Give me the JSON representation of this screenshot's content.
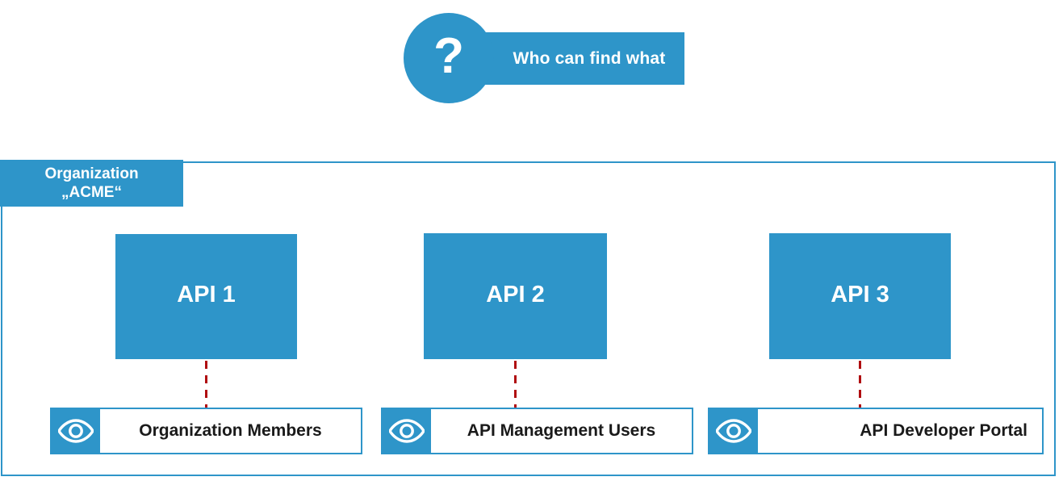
{
  "header": {
    "icon": "question-mark-icon",
    "question_glyph": "?",
    "title": "Who can find what"
  },
  "organization": {
    "label_line1": "Organization",
    "label_line2": "„ACME“"
  },
  "apis": [
    {
      "label": "API 1"
    },
    {
      "label": "API 2"
    },
    {
      "label": "API 3"
    }
  ],
  "audiences": [
    {
      "label": "Organization Members",
      "icon": "eye-icon"
    },
    {
      "label": "API Management Users",
      "icon": "eye-icon"
    },
    {
      "label": "API Developer Portal",
      "icon": "eye-icon"
    }
  ],
  "colors": {
    "accent_blue": "#2e95c9",
    "connector_red": "#b00d10",
    "text_dark": "#1a1a1a",
    "text_light": "#ffffff",
    "background": "#ffffff"
  }
}
